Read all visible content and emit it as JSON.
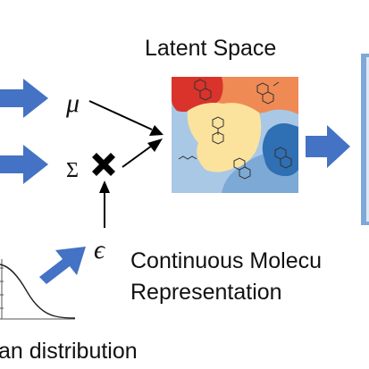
{
  "latent_space": {
    "title": "Latent Space"
  },
  "inputs": {
    "mu_symbol": "μ",
    "sigma_symbol": "Σ",
    "epsilon_symbol": "ϵ",
    "multiply_symbol": "✖"
  },
  "output": {
    "label_line1": "Continuous Molecu",
    "label_line2": "Representation"
  },
  "distribution": {
    "label": "an distribution"
  },
  "colors": {
    "arrow_blue": "#4472C4",
    "region_red": "#D9332B",
    "region_orange": "#F08A55",
    "region_yellow": "#FBE39E",
    "region_light_blue": "#A9C8E6",
    "region_mid_blue": "#7DA9D6",
    "region_dark_blue": "#2F6FB3",
    "right_panel_blue": "#7EA8D8"
  }
}
